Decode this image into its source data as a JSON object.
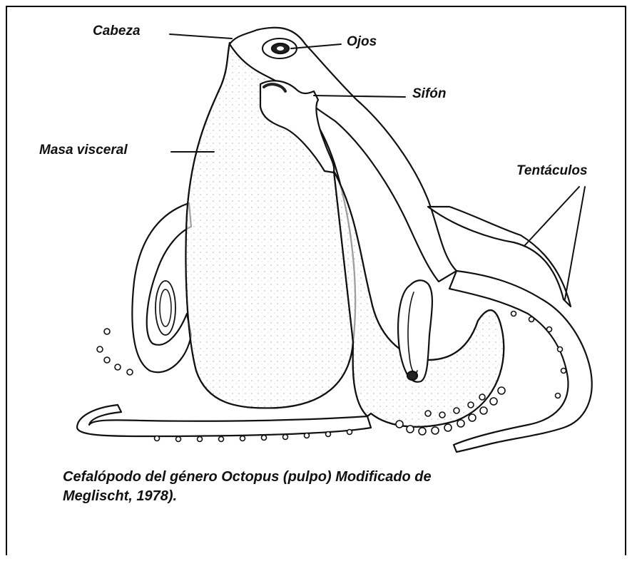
{
  "labels": {
    "head": "Cabeza",
    "eyes": "Ojos",
    "siphon": "Sifón",
    "visceral_mass": "Masa visceral",
    "tentacles": "Tentáculos"
  },
  "caption": {
    "line1": "Cefalópodo del género Octopus (pulpo) Modificado de",
    "line2": "Meglischt, 1978)."
  }
}
